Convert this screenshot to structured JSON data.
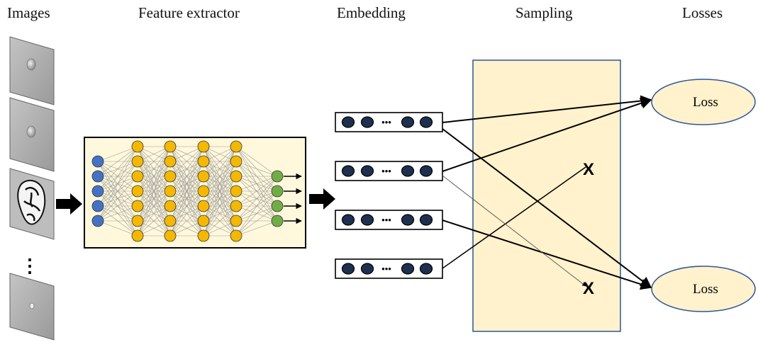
{
  "headers": {
    "images": "Images",
    "feature_extractor": "Feature extractor",
    "embedding": "Embedding",
    "sampling": "Sampling",
    "losses": "Losses"
  },
  "images": {
    "ellipsis": "⋮",
    "count_shown": 4
  },
  "embedding": {
    "ellipsis": "•••",
    "vector_count": 4
  },
  "losses": {
    "top_label": "Loss",
    "bottom_label": "Loss"
  },
  "sampling": {
    "rejected_mark": "X"
  },
  "network": {
    "layers": [
      5,
      7,
      7,
      7,
      7,
      4
    ],
    "layer_colors": [
      "#4472c4",
      "#f5b800",
      "#f5b800",
      "#f5b800",
      "#f5b800",
      "#70ad47"
    ]
  },
  "colors": {
    "extractor_bg": "#fff8dc",
    "sampling_bg": "#fff2cc",
    "sampling_border": "#2f5597",
    "loss_fill": "#fff2cc",
    "loss_border": "#2f5597",
    "node_outline": "#333333",
    "embedding_dot": "#1f2f4f"
  }
}
